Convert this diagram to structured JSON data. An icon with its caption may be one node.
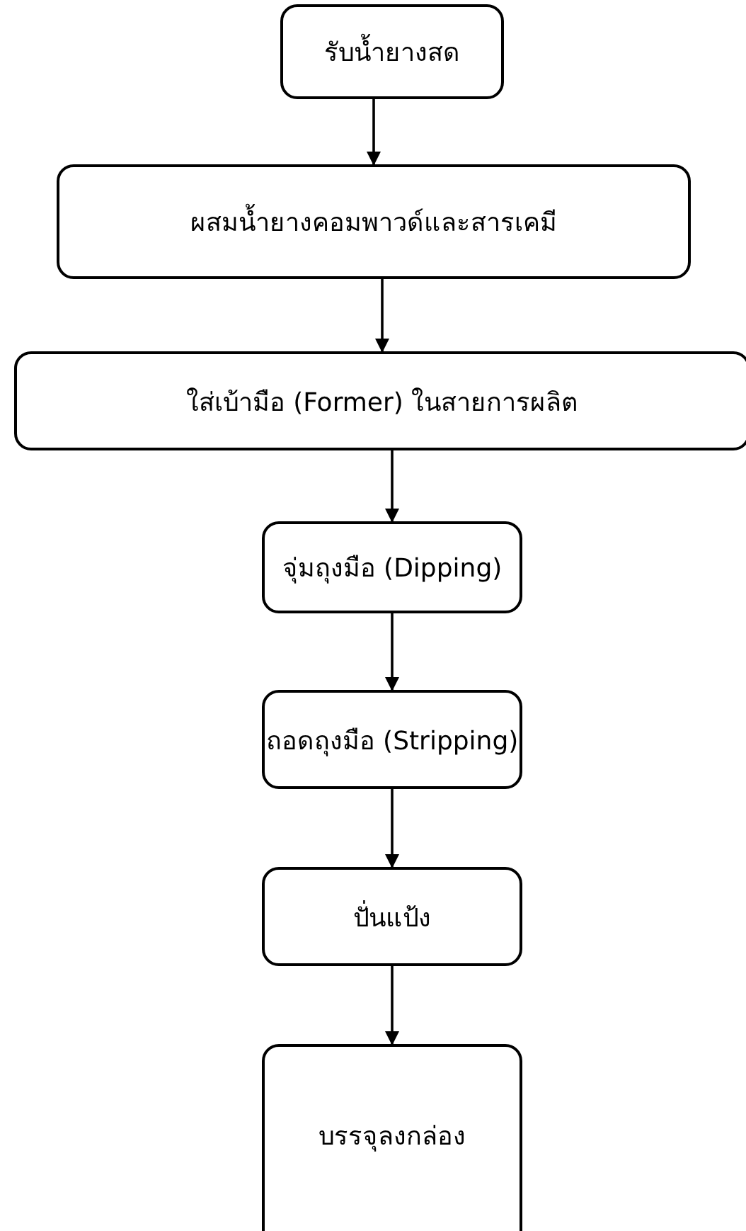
{
  "diagram": {
    "nodes": [
      {
        "text": [
          "รับน้ำยางสด"
        ]
      },
      {
        "text": [
          "ผสมน้ำยางคอมพาวด์และสารเคมี"
        ]
      },
      {
        "text": [
          "ใส่เบ้ามือ (Former) ในสายการผลิต"
        ]
      },
      {
        "text": [
          "จุ่มถุงมือ (Dipping)"
        ]
      },
      {
        "text": [
          "ถอดถุงมือ (Stripping)"
        ]
      },
      {
        "text": [
          "ปั่นแป้ง"
        ]
      },
      {
        "text": [
          "บรรจุลงกล่อง"
        ]
      }
    ],
    "edges": [
      {
        "from": 0,
        "to": 1,
        "arrow": "to"
      },
      {
        "from": 1,
        "to": 2,
        "arrow": "to"
      },
      {
        "from": 2,
        "to": 3,
        "arrow": "to"
      },
      {
        "from": 3,
        "to": 4,
        "arrow": "to"
      },
      {
        "from": 4,
        "to": 5,
        "arrow": "to"
      },
      {
        "from": 5,
        "to": 6,
        "arrow": "to"
      }
    ]
  }
}
